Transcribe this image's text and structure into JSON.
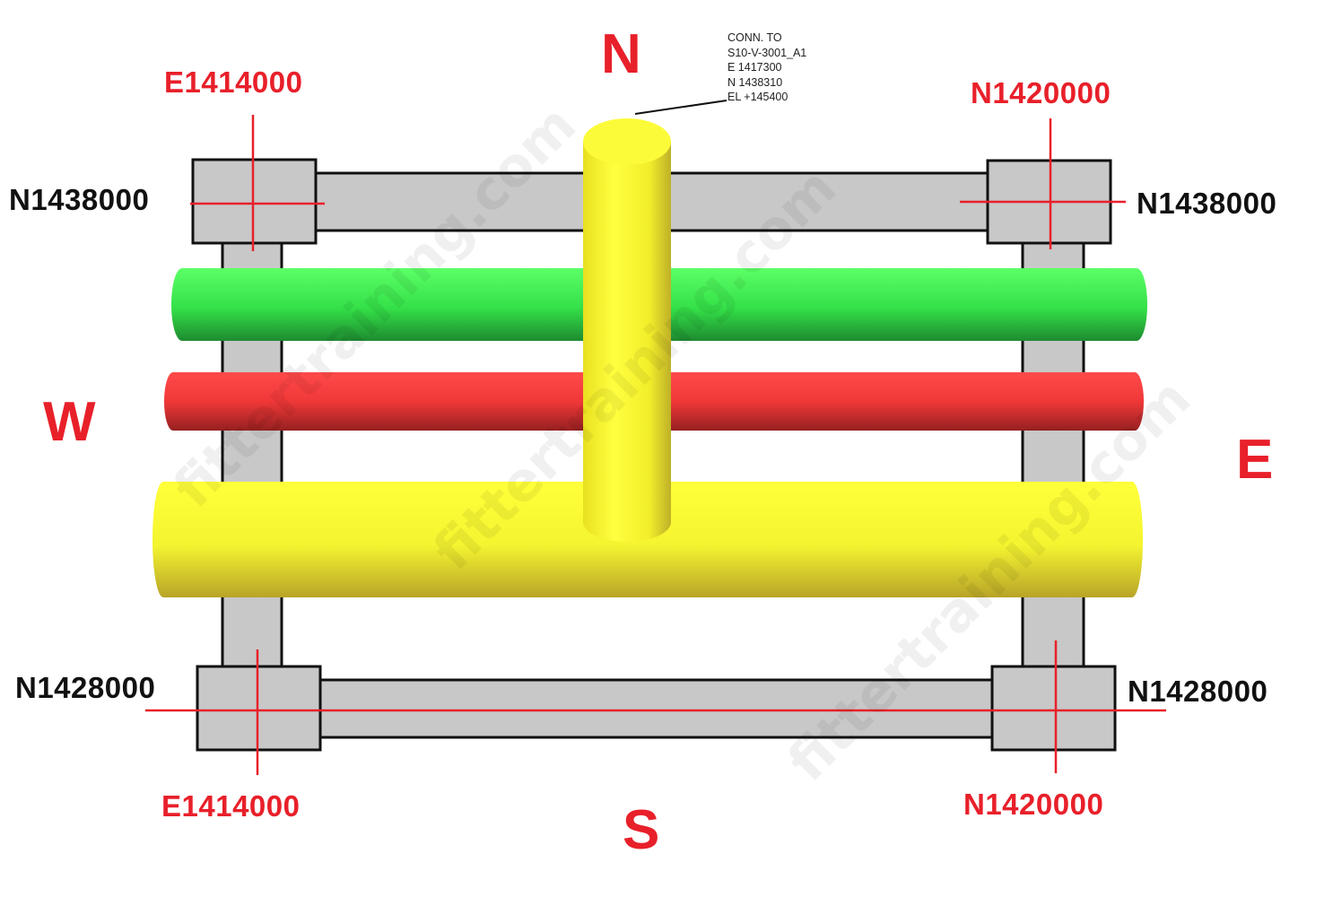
{
  "compass": {
    "north": "N",
    "south": "S",
    "east": "E",
    "west": "W"
  },
  "coordinates": {
    "top_left_easting": "E1414000",
    "top_left_northing": "N1438000",
    "top_right_easting": "N1420000",
    "top_right_northing": "N1438000",
    "bottom_left_easting": "E1414000",
    "bottom_left_northing": "N1428000",
    "bottom_right_easting": "N1420000",
    "bottom_right_northing": "N1428000"
  },
  "connection_note": {
    "line1": "CONN. TO",
    "line2": "S10-V-3001_A1",
    "line3": "E 1417300",
    "line4": "N 1438310",
    "line5": "EL +145400"
  },
  "watermark": "fittertraining.com",
  "colors": {
    "steel": "#c8c8c8",
    "gridline": "#e8202a",
    "pipe_green": "#3fe050",
    "pipe_red": "#f03a3a",
    "pipe_yellow": "#ffff33",
    "label_red": "#e8202a"
  }
}
